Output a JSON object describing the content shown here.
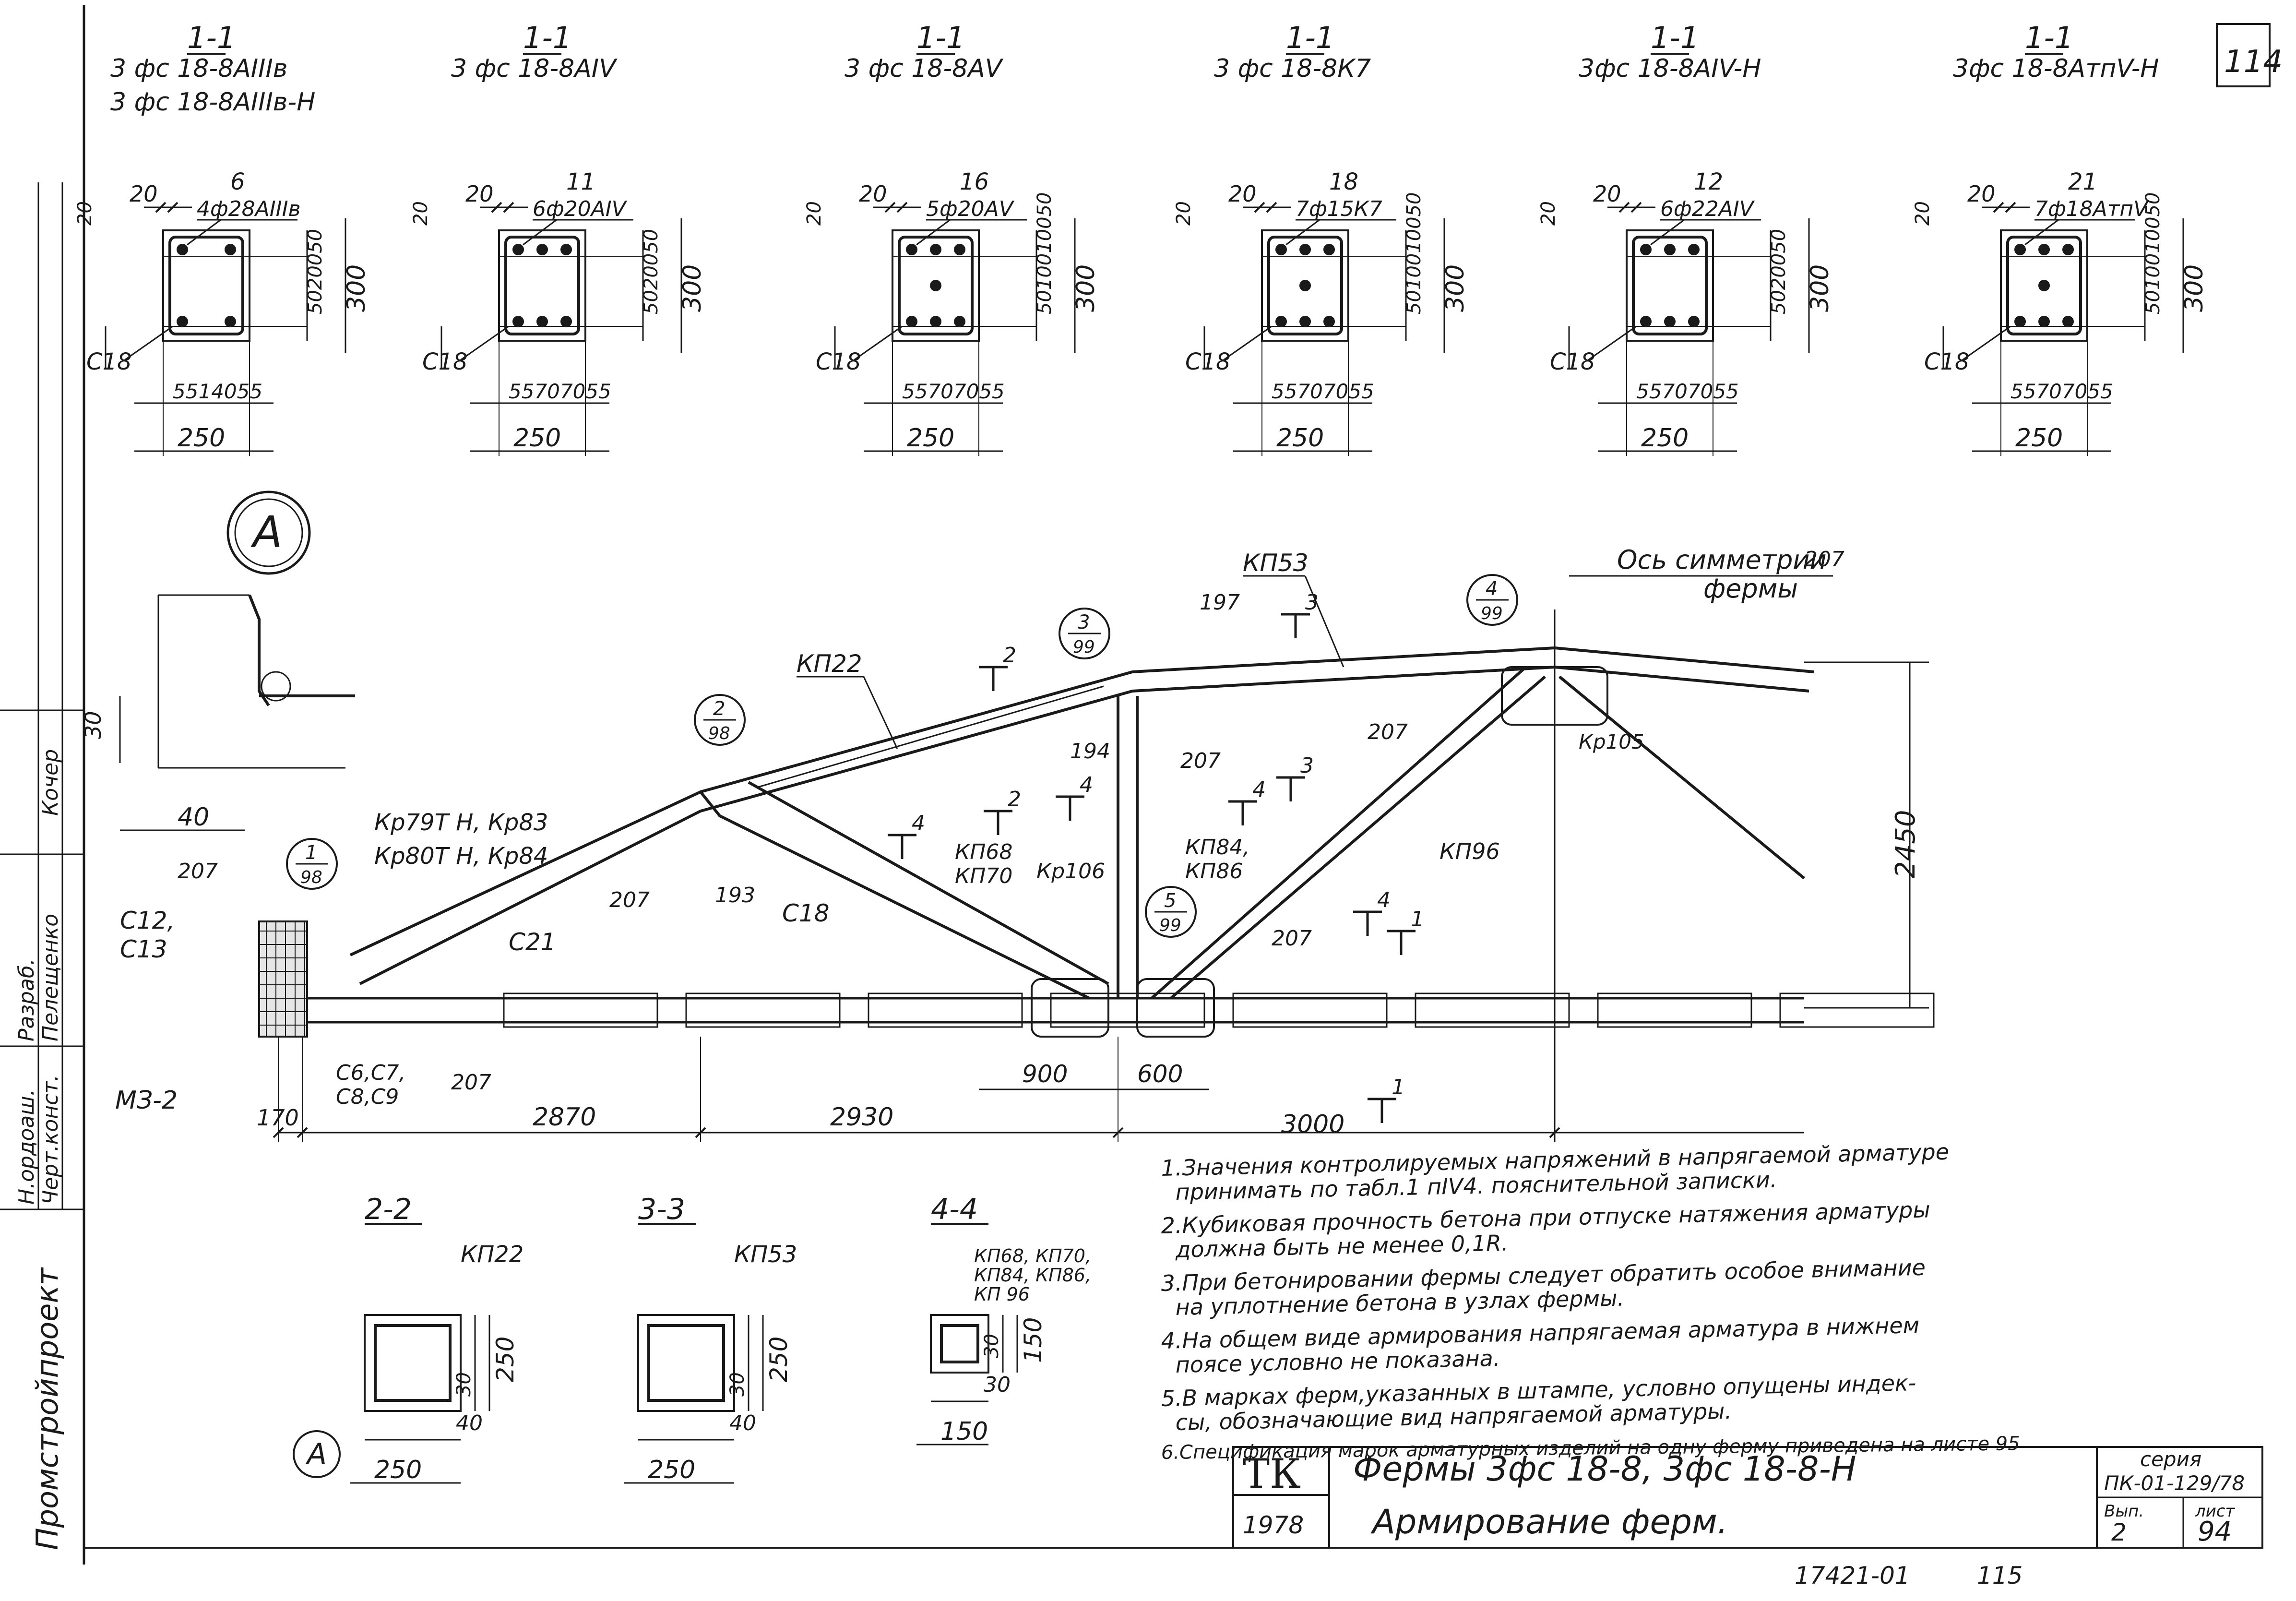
{
  "sheet": {
    "page_number": "114",
    "side_labels": [
      "Промстройпроект",
      "Черт.конст.",
      "Н.ордоаш.",
      "Пелещенко",
      "Разраб.",
      "Кочер"
    ]
  },
  "sections_top": [
    {
      "cut": "1-1",
      "marks": [
        "3 фс 18-8АIIIв",
        "3 фс 18-8АIIIв-Н"
      ],
      "bar_no": "6",
      "bars": "4ф28АIIIв",
      "dims_h": [
        "55",
        "140",
        "55"
      ],
      "width": "250",
      "dims_v": [
        "50",
        "200",
        "50"
      ],
      "height": "300",
      "edge": "20",
      "edge_v": "20",
      "stirrup": "С18"
    },
    {
      "cut": "1-1",
      "marks": [
        "3 фс 18-8АIV"
      ],
      "bar_no": "11",
      "bars": "6ф20АIV",
      "dims_h": [
        "55",
        "70",
        "70",
        "55"
      ],
      "width": "250",
      "dims_v": [
        "50",
        "200",
        "50"
      ],
      "height": "300",
      "edge": "20",
      "edge_v": "20",
      "stirrup": "С18"
    },
    {
      "cut": "1-1",
      "marks": [
        "3 фс 18-8АV"
      ],
      "bar_no": "16",
      "bars": "5ф20АV",
      "dims_h": [
        "55",
        "70",
        "70",
        "55"
      ],
      "width": "250",
      "dims_v": [
        "50",
        "100",
        "100",
        "50"
      ],
      "height": "300",
      "edge": "20",
      "edge_v": "20",
      "stirrup": "С18"
    },
    {
      "cut": "1-1",
      "marks": [
        "3 фс 18-8К7"
      ],
      "bar_no": "18",
      "bars": "7ф15К7",
      "dims_h": [
        "55",
        "70",
        "70",
        "55"
      ],
      "width": "250",
      "dims_v": [
        "50",
        "100",
        "100",
        "50"
      ],
      "height": "300",
      "edge": "20",
      "edge_v": "20",
      "stirrup": "С18"
    },
    {
      "cut": "1-1",
      "marks": [
        "3фс 18-8АIV-Н"
      ],
      "bar_no": "12",
      "bars": "6ф22АIV",
      "dims_h": [
        "55",
        "70",
        "70",
        "55"
      ],
      "width": "250",
      "dims_v": [
        "50",
        "200",
        "50"
      ],
      "height": "300",
      "edge": "20",
      "edge_v": "20",
      "stirrup": "С18"
    },
    {
      "cut": "1-1",
      "marks": [
        "3фс 18-8АтпV-Н"
      ],
      "bar_no": "21",
      "bars": "7ф18АтпV",
      "dims_h": [
        "55",
        "70",
        "70",
        "55"
      ],
      "width": "250",
      "dims_v": [
        "50",
        "100",
        "100",
        "50"
      ],
      "height": "300",
      "edge": "20",
      "edge_v": "20",
      "stirrup": "С18"
    }
  ],
  "detail_a": {
    "label": "A",
    "dim_h": "40",
    "dim_v": "30"
  },
  "truss": {
    "axis_label": [
      "Ось симметрии",
      "фермы"
    ],
    "labels": {
      "kp53": "КП53",
      "kp22": "КП22",
      "kp96": "КП96",
      "kp68": "КП68",
      "kp70": "КП70",
      "kp84": "КП84,",
      "kp86": "КП86",
      "kr105": "Кр105",
      "kr106": "Кр106",
      "kr79": "Кр79Т Н, Кр83",
      "kr80": "Кр80Т Н, Кр84",
      "c12": "С12,",
      "c13": "С13",
      "c18": "С18",
      "c21": "С21",
      "m32": "МЗ-2",
      "c6": "С6,С7,",
      "c8": "С8,С9",
      "n207a": "207",
      "n207b": "207",
      "n207c": "207",
      "n207d": "207",
      "n207e": "207",
      "n207f": "207",
      "n207g": "207",
      "n193": "193",
      "n194": "194",
      "n197": "197"
    },
    "node_refs": [
      {
        "num": "1",
        "sheet": "98"
      },
      {
        "num": "2",
        "sheet": "98"
      },
      {
        "num": "3",
        "sheet": "99"
      },
      {
        "num": "4",
        "sheet": "99"
      },
      {
        "num": "5",
        "sheet": "99"
      }
    ],
    "cut_marks": [
      "1",
      "1",
      "2",
      "2",
      "3",
      "3",
      "4",
      "4",
      "4",
      "4"
    ],
    "dims": {
      "d170": "170",
      "d2870": "2870",
      "d2930": "2930",
      "d3000": "3000",
      "d900": "900",
      "d600": "600",
      "d2450": "2450"
    }
  },
  "sections_bottom": [
    {
      "cut": "2-2",
      "label": "КП22",
      "width": "250",
      "height": "250",
      "cover_v": "30",
      "cover_h": "40"
    },
    {
      "cut": "3-3",
      "label": "КП53",
      "width": "250",
      "height": "250",
      "cover_v": "30",
      "cover_h": "40"
    },
    {
      "cut": "4-4",
      "labels": [
        "КП68, КП70,",
        "КП84, КП86,",
        "КП 96"
      ],
      "width": "150",
      "height": "150",
      "cover_v": "30",
      "cover_h": "30"
    }
  ],
  "circle_a_bottom": "A",
  "notes": [
    "1.Значения контролируемых напряжений в напрягаемой арматуре",
    "принимать по табл.1 пIV4. пояснительной записки.",
    "2.Кубиковая прочность бетона при отпуске натяжения арматуры",
    "должна быть не менее 0,1R.",
    "3.При бетонировании фермы следует обратить особое внимание",
    "на уплотнение бетона в узлах фермы.",
    "4.На общем виде армирования напрягаемая арматура в нижнем",
    "поясе условно не показана.",
    "5.В марках ферм,указанных в штампе, условно опущены индек-",
    "сы, обозначающие вид напрягаемой арматуры.",
    "6.Спецификация марок арматурных изделий на одну ферму приведена на листе 95"
  ],
  "title_block": {
    "logo": "ТК",
    "year": "1978",
    "title": "Фермы 3фс 18-8, 3фс 18-8-Н",
    "subtitle": "Армирование ферм.",
    "series_label": "серия",
    "series": "ПК-01-129/78",
    "issue_label": "Вып.",
    "issue": "2",
    "sheet_label": "лист",
    "sheet": "94"
  },
  "footer": {
    "archive": "17421-01",
    "page": "115"
  }
}
